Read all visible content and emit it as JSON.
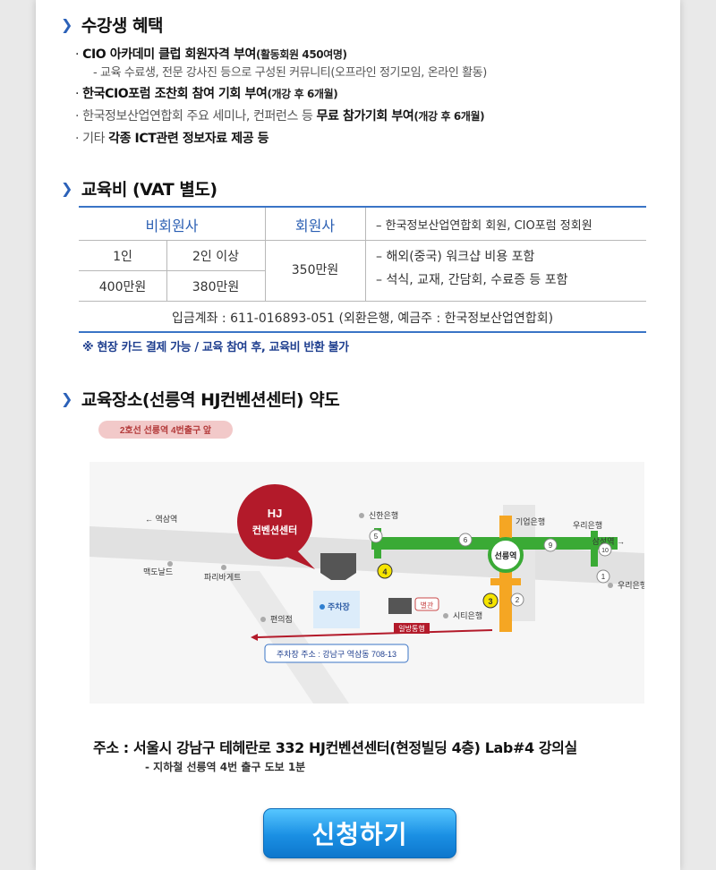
{
  "benefits": {
    "heading": "수강생 혜택",
    "items": [
      {
        "prefix": "· ",
        "bold": "CIO 아카데미 클럽 회원자격 부여",
        "small": "(활동회원 450여명)"
      },
      {
        "sub": "- 교육 수료생, 전문 강사진 등으로 구성된 커뮤니티(오프라인 정기모임, 온라인 활동)"
      },
      {
        "prefix": "· ",
        "bold": "한국CIO포럼 조찬회 참여 기회 부여",
        "small": "(개강 후 6개월)"
      },
      {
        "prefix": "· 한국정보산업연합회 주요 세미나, 컨퍼런스 등 ",
        "bold": "무료 참가기회 부여",
        "small": "(개강 후 6개월)"
      },
      {
        "prefix": "· 기타 ",
        "bold": "각종 ICT관련 정보자료 제공 등"
      }
    ]
  },
  "fee": {
    "heading": "교육비 (VAT 별도)",
    "non_member_header": "비회원사",
    "member_header": "회원사",
    "member_desc": "–  한국정보산업연합회 회원, CIO포럼 정회원",
    "one_person": "1인",
    "two_plus": "2인 이상",
    "one_price": "400만원",
    "two_price": "380만원",
    "member_price": "350만원",
    "includes_1": "– 해외(중국) 워크샵 비용 포함",
    "includes_2": "– 석식, 교재, 간담회, 수료증 등 포함",
    "account": "입금계좌 : 611-016893-051 (외환은행, 예금주 : 한국정보산업연합회)",
    "note": "※ 현장 카드 결제 가능 / 교육 참여 후, 교육비 반환 불가"
  },
  "location": {
    "heading": "교육장소(선릉역 HJ컨벤션센터) 약도",
    "exit_tag": "2호선 선릉역 4번출구 앞",
    "map_labels": {
      "hj_line1": "HJ",
      "hj_line2": "컨벤션센터",
      "yeoksam": "← 역삼역",
      "samseong": "삼성역 →",
      "shinhan": "신한은행",
      "ibk": "기업은행",
      "woori_top": "우리은행",
      "woori_bottom": "우리은행",
      "mcd": "맥도날드",
      "paris": "파리바게트",
      "station": "선릉역",
      "parking": "주차장",
      "annex": "별관",
      "citi": "시티은행",
      "store": "편의점",
      "oneway": "일방통행",
      "parking_addr": "주차장 주소 : 강남구 역삼동 708-13"
    },
    "exits": [
      "5",
      "4",
      "6",
      "9",
      "10",
      "1",
      "3",
      "2"
    ],
    "address": "주소 : 서울시 강남구 테헤란로 332 HJ컨벤션센터(현정빌딩 4층) Lab#4 강의실",
    "address_sub": "- 지하철 선릉역 4번 출구 도보 1분"
  },
  "apply_button": "신청하기",
  "colors": {
    "accent_blue": "#3a74c6",
    "note_blue": "#1f3f8f",
    "line2_green": "#3aaa35",
    "line_orange": "#f5a623",
    "hj_red": "#b31a2a",
    "button_blue": "#1a8fe3"
  }
}
